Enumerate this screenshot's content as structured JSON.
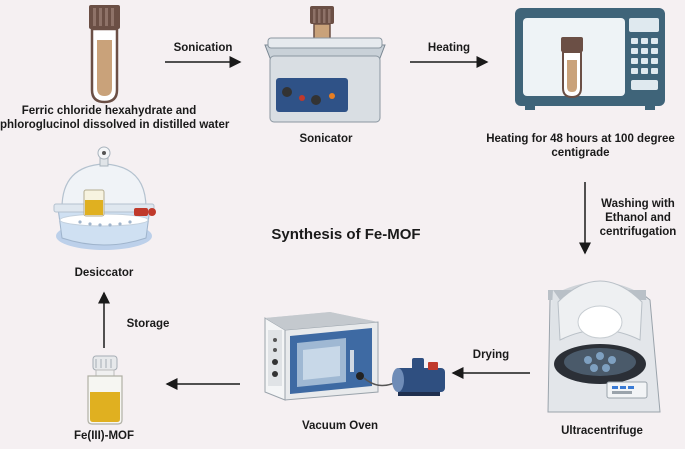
{
  "title": "Synthesis of Fe-MOF",
  "steps": {
    "start": {
      "caption_line1": "Ferric chloride hexahydrate and",
      "caption_line2": "phloroglucinol dissolved in distilled water"
    },
    "sonicator": {
      "caption": "Sonicator"
    },
    "microwave": {
      "caption_line1": "Heating for 48 hours at 100 degree",
      "caption_line2": "centigrade"
    },
    "centrifuge": {
      "caption": "Ultracentrifuge"
    },
    "oven": {
      "caption": "Vacuum Oven"
    },
    "product": {
      "caption": "Fe(III)-MOF"
    },
    "desiccator": {
      "caption": "Desiccator"
    }
  },
  "arrows": {
    "sonication": "Sonication",
    "heating": "Heating",
    "washing_line1": "Washing with",
    "washing_line2": "Ethanol and",
    "washing_line3": "centrifugation",
    "drying": "Drying",
    "storage": "Storage"
  },
  "colors": {
    "background": "#f5f0f2",
    "arrow": "#1a1a1a",
    "tube_cap": "#6b4f45",
    "tube_liquid": "#c9a27a",
    "microwave_body": "#3f6479",
    "oven_blue": "#3e6aa3",
    "mof_yellow": "#e0b020"
  },
  "icons": [
    "test-tube-icon",
    "sonicator-icon",
    "microwave-icon",
    "centrifuge-icon",
    "vacuum-oven-icon",
    "vacuum-pump-icon",
    "vial-icon",
    "desiccator-icon"
  ]
}
